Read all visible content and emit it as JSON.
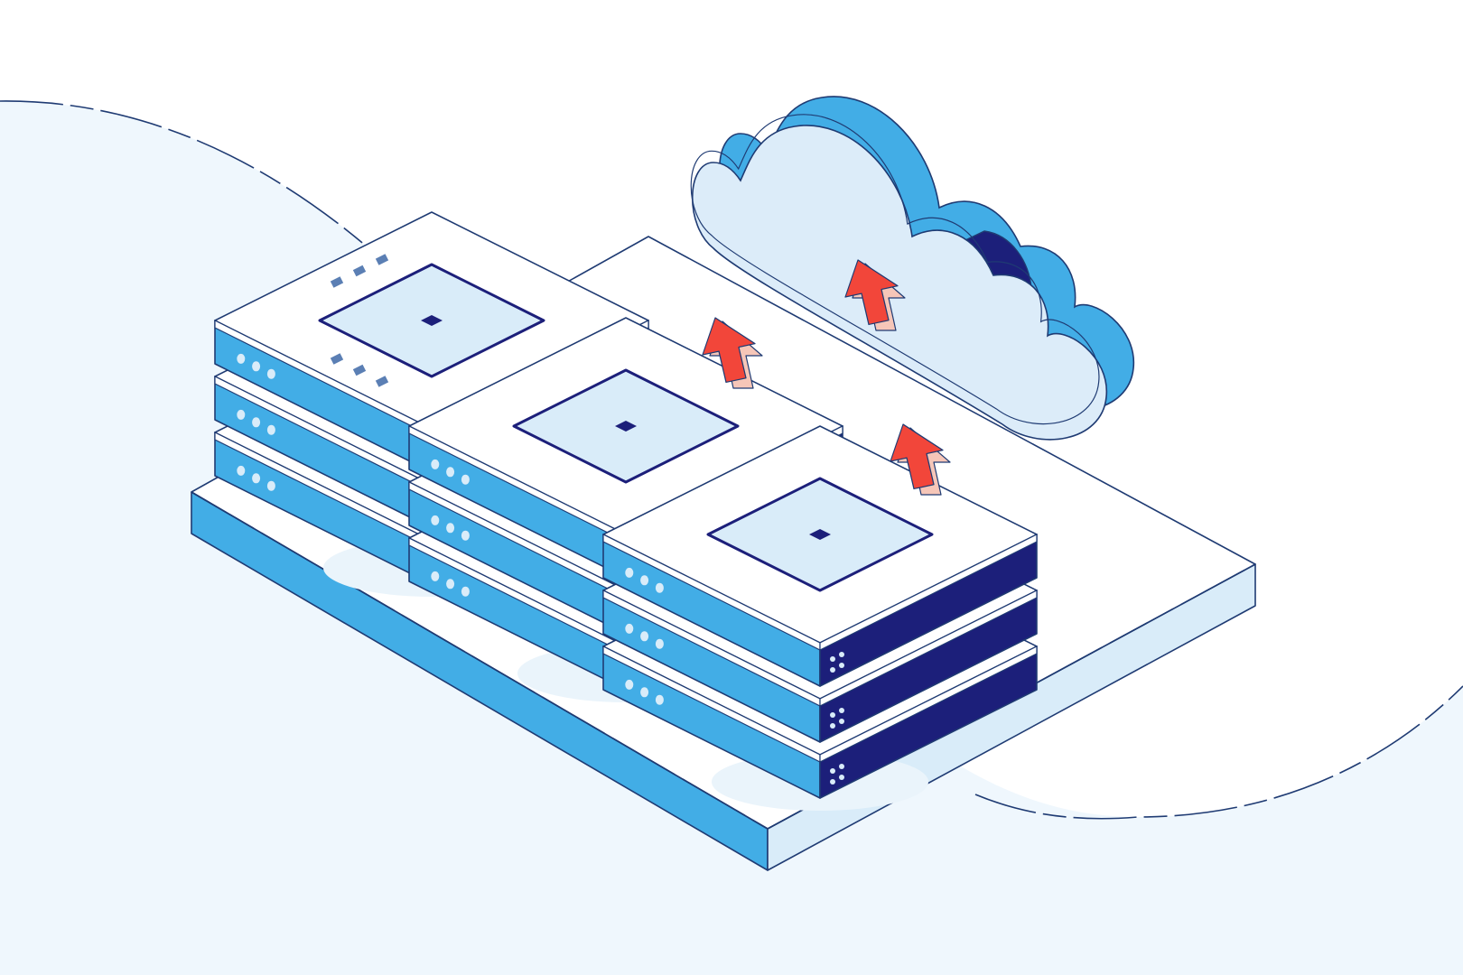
{
  "colors": {
    "background": "#ffffff",
    "backdrop": "#eff7fd",
    "outline": "#1f3b73",
    "navy": "#1c1f7a",
    "blue": "#42ade6",
    "light_blue": "#d9ecf9",
    "white": "#ffffff",
    "arrow": "#f2463a",
    "arrow_shade": "#f6c6b8",
    "slot": "#5b7fb4"
  },
  "illustration": {
    "subject": "server-stacks-uploading-to-cloud",
    "server_stacks": 3,
    "units_per_stack": 3,
    "upload_arrows": 3,
    "icons": [
      "server-icon",
      "cloud-icon",
      "upload-arrow-icon"
    ]
  }
}
